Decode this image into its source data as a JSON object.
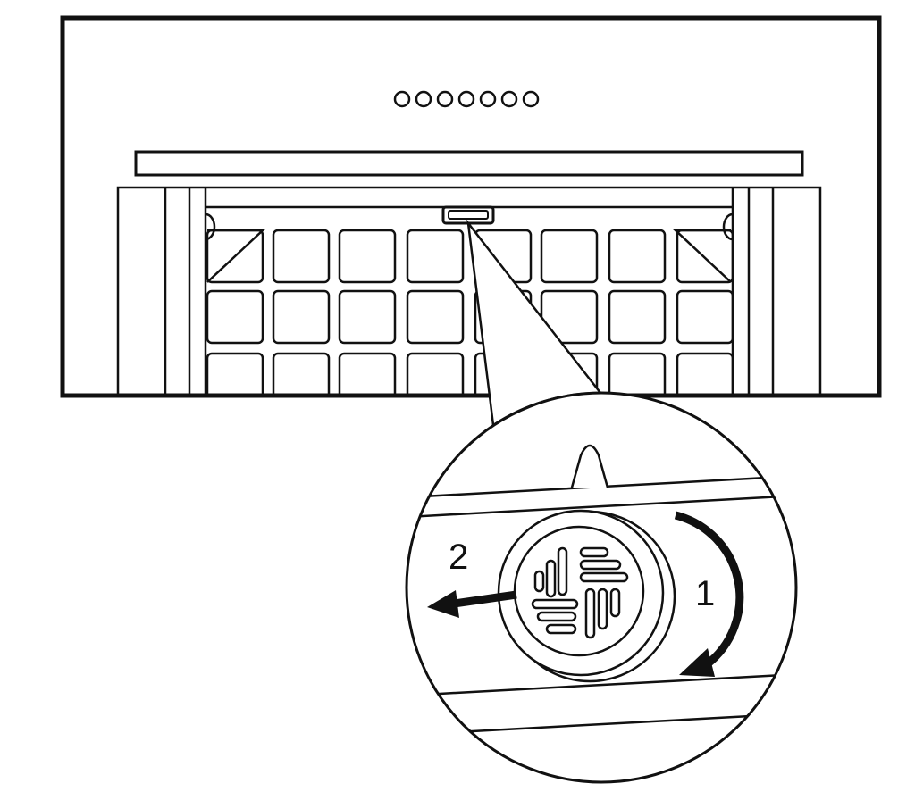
{
  "diagram": {
    "step_labels": [
      "2",
      "1"
    ],
    "colors": {
      "line": "#111111",
      "background": "#ffffff",
      "arrow": "#111111"
    },
    "icons": [
      "hood-buttons",
      "filter-grid",
      "knob-latch",
      "rotate-arrow",
      "pull-arrow"
    ]
  }
}
